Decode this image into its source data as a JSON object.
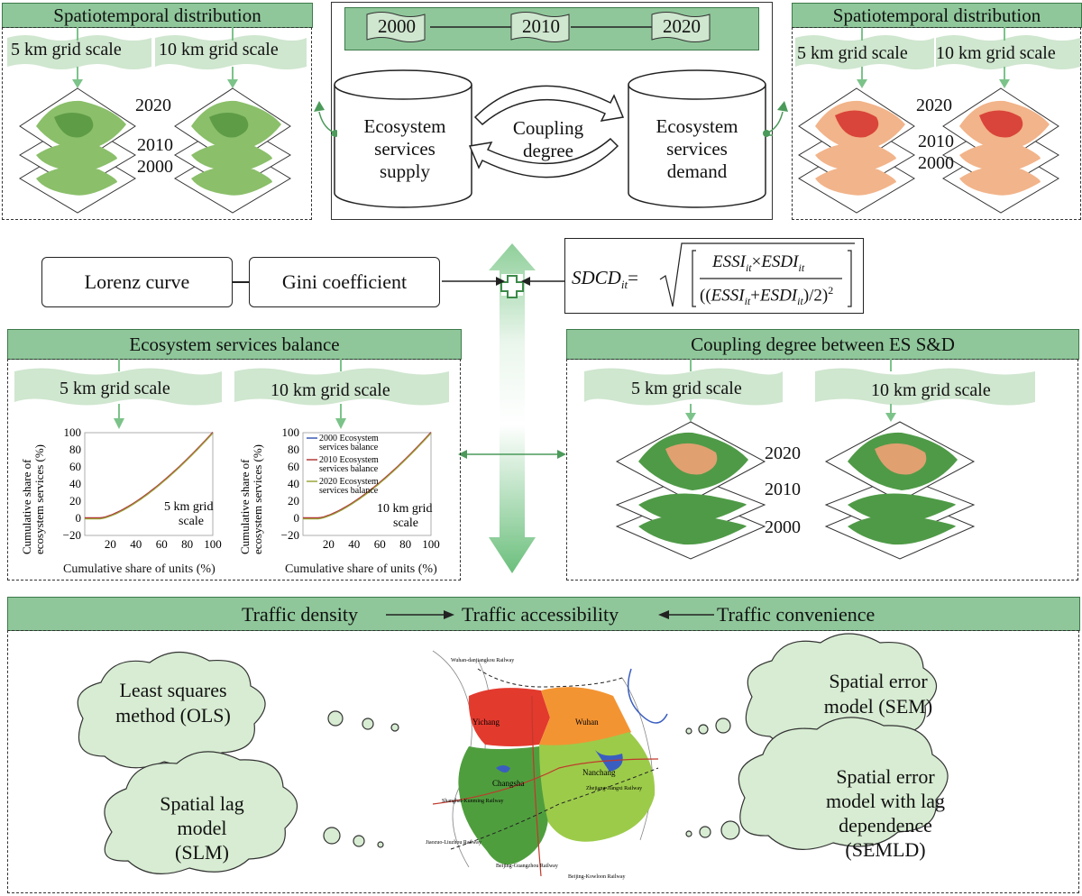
{
  "top_left": {
    "title": "Spatiotemporal distribution",
    "scale_5": "5 km grid scale",
    "scale_10": "10 km grid scale",
    "years": [
      "2020",
      "2010",
      "2000"
    ]
  },
  "top_right": {
    "title": "Spatiotemporal distribution",
    "scale_5": "5 km grid scale",
    "scale_10": "10 km grid scale",
    "years": [
      "2020",
      "2010",
      "2000"
    ]
  },
  "center": {
    "years": [
      "2000",
      "2010",
      "2020"
    ],
    "supply_l1": "Ecosystem",
    "supply_l2": "services",
    "supply_l3": "supply",
    "coupling_l1": "Coupling",
    "coupling_l2": "degree",
    "demand_l1": "Ecosystem",
    "demand_l2": "services",
    "demand_l3": "demand"
  },
  "methods": {
    "lorenz": "Lorenz curve",
    "gini": "Gini coefficient",
    "formula_lhs": "SDCD",
    "formula_sub": "it",
    "formula_eq": "=",
    "formula_num": "ESSI",
    "formula_times": "×",
    "formula_num2": "ESDI",
    "formula_den_open": "((",
    "formula_plus": "+",
    "formula_den_close": ")/2)",
    "formula_sup": "2"
  },
  "balance": {
    "title": "Ecosystem services balance",
    "scale_5": "5 km grid scale",
    "scale_10": "10 km grid scale",
    "ylabel_l1": "Cumulative share of",
    "ylabel_l2": "ecosystem services (%)",
    "xlabel": "Cumulative share of units (%)",
    "chart1_note_l1": "5 km grid",
    "chart1_note_l2": "scale",
    "chart2_note_l1": "10 km grid",
    "chart2_note_l2": "scale",
    "legend": [
      {
        "l1": "2000 Ecosystem",
        "l2": "services balance",
        "color": "#3b5bb5"
      },
      {
        "l1": "2010 Ecosystem",
        "l2": "services balance",
        "color": "#b23a3a"
      },
      {
        "l1": "2020 Ecosystem",
        "l2": "services balance",
        "color": "#9aa53a"
      }
    ],
    "yticks": [
      "100",
      "80",
      "60",
      "40",
      "20",
      "0",
      "−20"
    ],
    "xticks": [
      "20",
      "40",
      "60",
      "80",
      "100"
    ]
  },
  "coupling_sd": {
    "title": "Coupling degree between ES S&D",
    "scale_5": "5 km grid scale",
    "scale_10": "10 km grid scale",
    "years": [
      "2020",
      "2010",
      "2000"
    ]
  },
  "traffic": {
    "density": "Traffic density",
    "accessibility": "Traffic accessibility",
    "convenience": "Traffic convenience"
  },
  "models": {
    "ols_l1": "Least squares",
    "ols_l2": "method (OLS)",
    "slm_l1": "Spatial lag",
    "slm_l2": "model",
    "slm_l3": "(SLM)",
    "sem_l1": "Spatial error",
    "sem_l2": "model (SEM)",
    "semld_l1": "Spatial error",
    "semld_l2": "model with lag",
    "semld_l3": "dependence",
    "semld_l4": "(SEMLD)"
  },
  "map": {
    "cities": [
      "Yichang",
      "Wuhan",
      "Changsha",
      "Nanchang"
    ],
    "railways": [
      "Wuhan-danjiangkou Railway",
      "Shanghai-Kunming Railway",
      "Jiaozuo-Liuzhou Railway",
      "Beijing-Guangzhou Railway",
      "Beijing-Kowloon Railway",
      "Zhejiang-Jiangxi Railway"
    ]
  },
  "colors": {
    "header_green": "#8fc79a",
    "ribbon_green": "#cfe6cf",
    "arrow_green": "#7cc38a",
    "cloud_fill": "#d7ecd2"
  }
}
